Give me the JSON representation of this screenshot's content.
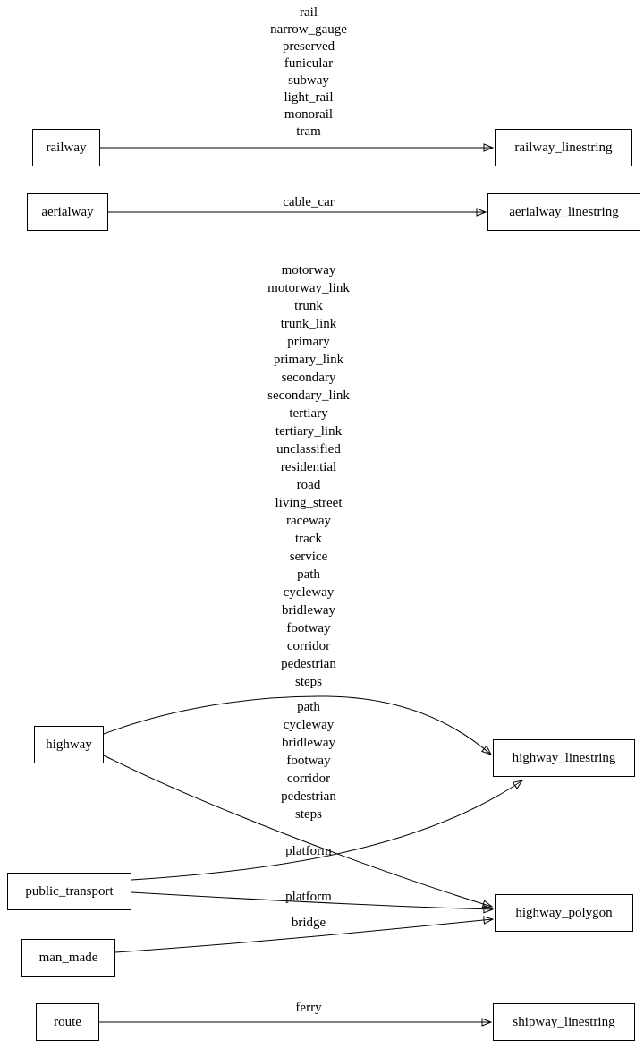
{
  "diagram": {
    "nodes": {
      "railway": {
        "label": "railway"
      },
      "aerialway": {
        "label": "aerialway"
      },
      "highway": {
        "label": "highway"
      },
      "public_transport": {
        "label": "public_transport"
      },
      "man_made": {
        "label": "man_made"
      },
      "route": {
        "label": "route"
      },
      "railway_linestring": {
        "label": "railway_linestring"
      },
      "aerialway_linestring": {
        "label": "aerialway_linestring"
      },
      "highway_linestring": {
        "label": "highway_linestring"
      },
      "highway_polygon": {
        "label": "highway_polygon"
      },
      "shipway_linestring": {
        "label": "shipway_linestring"
      }
    },
    "edge_labels": {
      "railway_values": "rail\nnarrow_gauge\npreserved\nfunicular\nsubway\nlight_rail\nmonorail\ntram",
      "aerialway_values": "cable_car",
      "highway_linestring_values": "motorway\nmotorway_link\ntrunk\ntrunk_link\nprimary\nprimary_link\nsecondary\nsecondary_link\ntertiary\ntertiary_link\nunclassified\nresidential\nroad\nliving_street\nraceway\ntrack\nservice\npath\ncycleway\nbridleway\nfootway\ncorridor\npedestrian\nsteps",
      "highway_polygon_values": "path\ncycleway\nbridleway\nfootway\ncorridor\npedestrian\nsteps",
      "public_transport_linestring_value": "platform",
      "public_transport_polygon_value": "platform",
      "man_made_value": "bridge",
      "route_value": "ferry"
    }
  }
}
